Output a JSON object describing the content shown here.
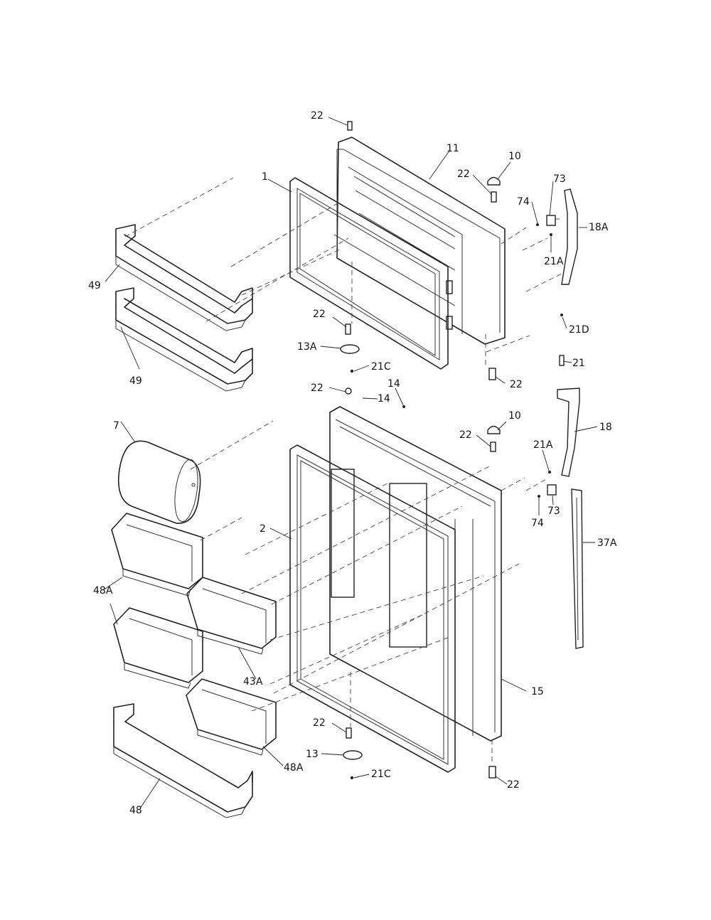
{
  "labels": {
    "l22_top": "22",
    "l11": "11",
    "l10_top": "10",
    "l22_hinge_top": "22",
    "l73_top": "73",
    "l74_top": "74",
    "l18A": "18A",
    "l21A_top": "21A",
    "l21D": "21D",
    "l1": "1",
    "l49_a": "49",
    "l49_b": "49",
    "l22_mid_left": "22",
    "l13A": "13A",
    "l21C_top": "21C",
    "l22_mid_right": "22",
    "l21": "21",
    "l22_fresh_top": "22",
    "l14_a": "14",
    "l14_b": "14",
    "l10_fresh": "10",
    "l22_fresh_hinge": "22",
    "l18": "18",
    "l21A_fresh": "21A",
    "l73_fresh": "73",
    "l74_fresh": "74",
    "l37A": "37A",
    "l7": "7",
    "l2": "2",
    "l48A_left": "48A",
    "l43A": "43A",
    "l15": "15",
    "l22_bottom_left": "22",
    "l13": "13",
    "l48A_right": "48A",
    "l21C_bottom": "21C",
    "l22_bottom_right": "22",
    "l48": "48"
  }
}
